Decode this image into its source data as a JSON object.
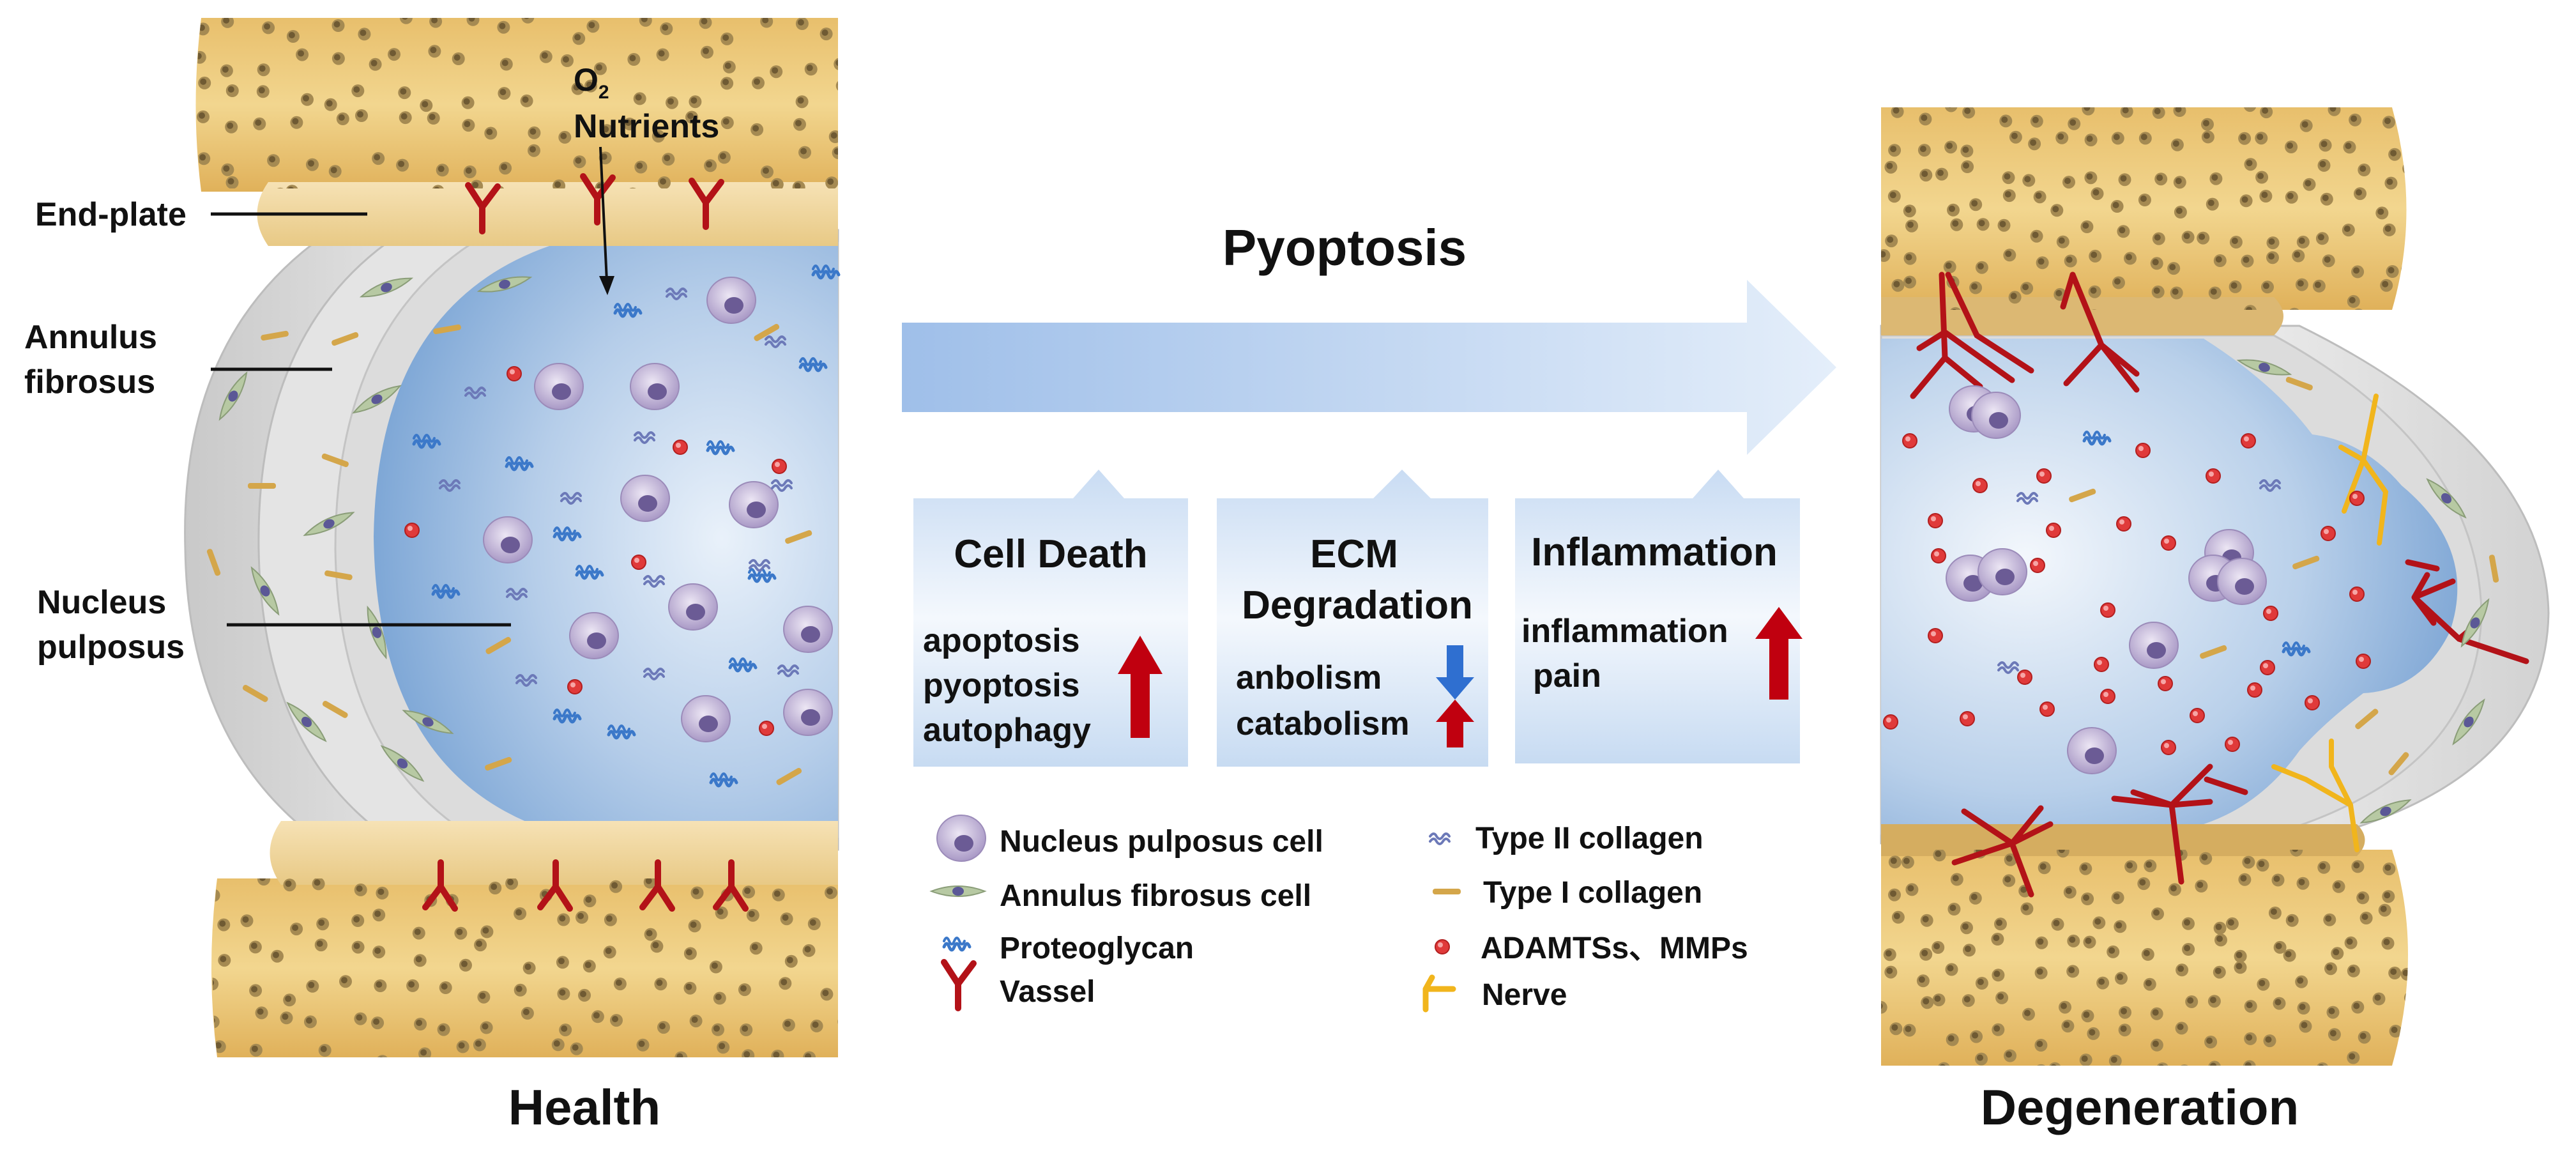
{
  "colors": {
    "bone": "#e4b763",
    "bone_light": "#f3dfae",
    "endplate": "#f1d79f",
    "annulus": "#d9d9d9",
    "nucleus": "#8fb3dc",
    "nucleus_light": "#eaf2fb",
    "vessel": "#b31218",
    "nerve": "#f1b51c",
    "proteoglycan": "#3b78c9",
    "collagen_ii": "#6c79b8",
    "collagen_i": "#d4a64a",
    "adamts": "#e03030",
    "up_arrow": "#c0000f",
    "down_arrow": "#2f6fd0"
  },
  "health": {
    "caption": "Health",
    "endplate_label": "End-plate",
    "annulus_label": [
      "Annulus",
      "fibrosus"
    ],
    "nucleus_label": [
      "Nucleus",
      "pulposus"
    ],
    "o2_label": "O",
    "o2_sub": "2",
    "nutrients_label": "Nutrients"
  },
  "center": {
    "arrow_label": "Pyoptosis",
    "boxes": [
      {
        "title": [
          "Cell Death"
        ],
        "items": [
          "apoptosis",
          "pyoptosis",
          "autophagy"
        ]
      },
      {
        "title": [
          "ECM",
          "Degradation"
        ],
        "items": [
          "anbolism",
          "catabolism"
        ]
      },
      {
        "title": [
          "Inflammation"
        ],
        "items": [
          "inflammation",
          "pain"
        ]
      }
    ]
  },
  "legend": [
    {
      "icon": "nucleus-pulposus-cell-icon",
      "label": "Nucleus pulposus cell"
    },
    {
      "icon": "annulus-fibrosus-cell-icon",
      "label": "Annulus fibrosus cell"
    },
    {
      "icon": "proteoglycan-icon",
      "label": "Proteoglycan"
    },
    {
      "icon": "vessel-icon",
      "label": "Vassel"
    },
    {
      "icon": "type-ii-collagen-icon",
      "label": "Type II collagen"
    },
    {
      "icon": "type-i-collagen-icon",
      "label": "Type I collagen"
    },
    {
      "icon": "adamts-mmps-icon",
      "label": "ADAMTSs、MMPs"
    },
    {
      "icon": "nerve-icon",
      "label": "Nerve"
    }
  ],
  "degeneration": {
    "caption": "Degeneration"
  }
}
